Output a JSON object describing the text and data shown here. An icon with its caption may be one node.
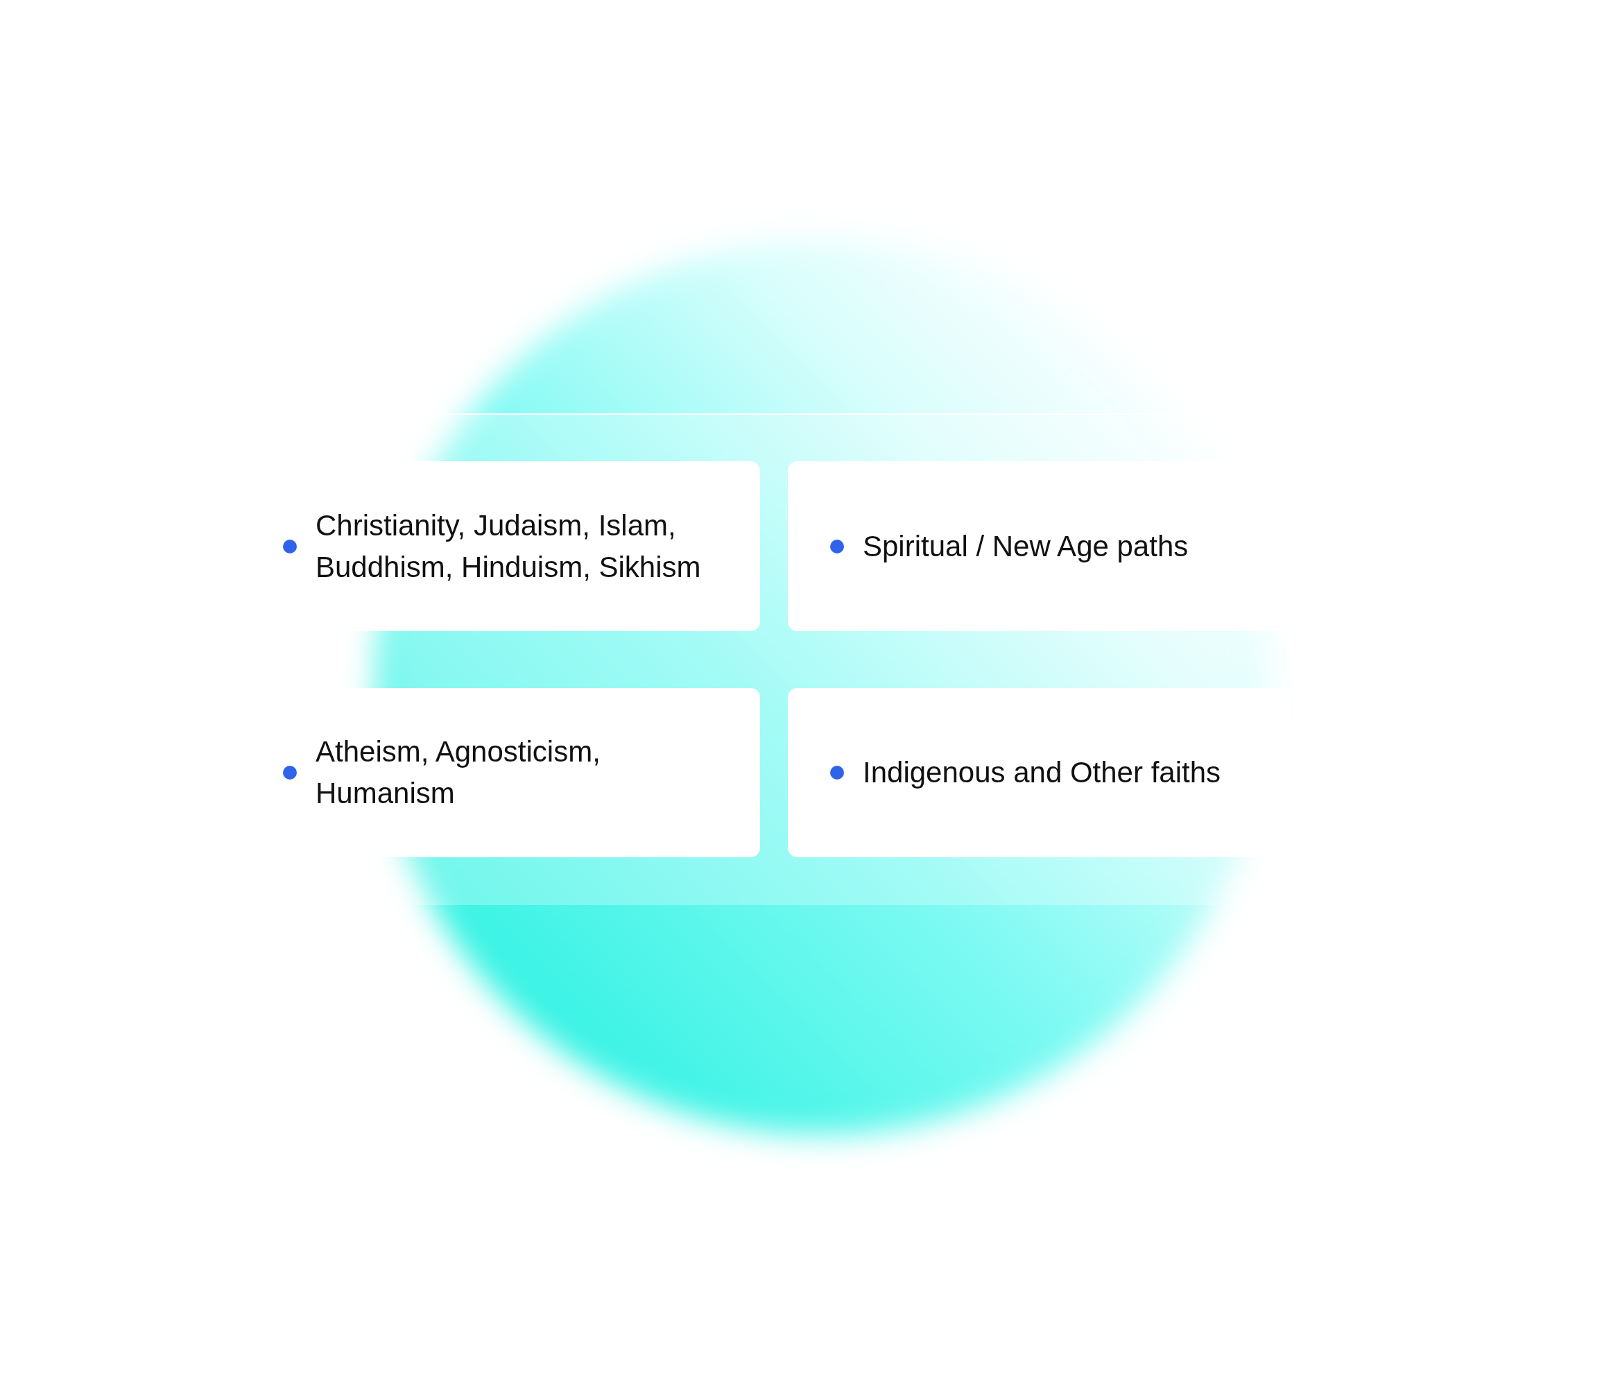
{
  "diagram": {
    "nodes": [
      {
        "text": [
          "Christianity, Judaism, Islam, Buddhism, Hinduism, Sikhism"
        ]
      },
      {
        "text": [
          "Spiritual / New Age paths"
        ]
      },
      {
        "text": [
          "Atheism, Agnosticism, Humanism"
        ]
      },
      {
        "text": [
          "Indigenous and Other faiths"
        ]
      }
    ]
  }
}
